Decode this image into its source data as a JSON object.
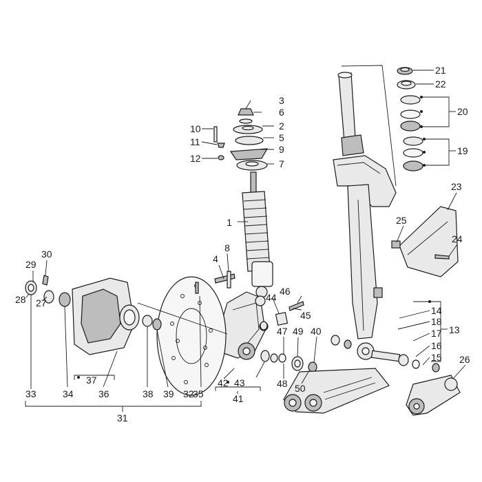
{
  "labels": [
    "1",
    "2",
    "3",
    "4",
    "5",
    "6",
    "7",
    "8",
    "9",
    "10",
    "11",
    "12",
    "13",
    "14",
    "15",
    "16",
    "17",
    "18",
    "19",
    "20",
    "21",
    "22",
    "23",
    "24",
    "25",
    "26",
    "27",
    "28",
    "29",
    "30",
    "31",
    "32",
    "33",
    "34",
    "35",
    "36",
    "37",
    "38",
    "39",
    "40",
    "41",
    "42",
    "43",
    "44",
    "45",
    "46",
    "47",
    "48",
    "49",
    "50"
  ],
  "colors": {
    "line": "#1a1a1a",
    "fill": "#e9e9e9",
    "shade": "#bdbdbd"
  }
}
